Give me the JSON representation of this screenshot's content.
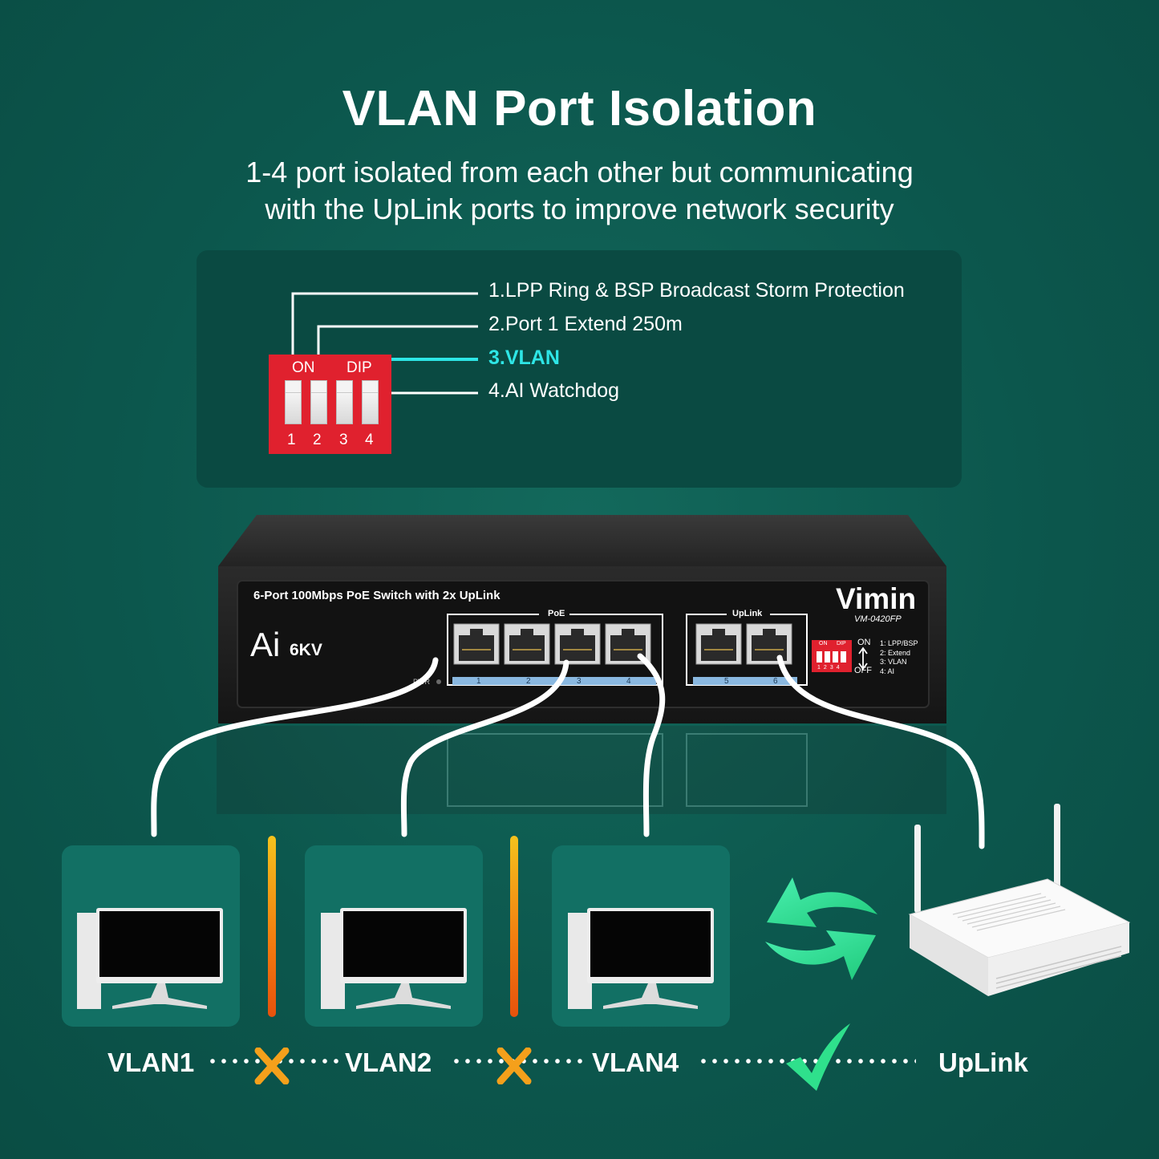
{
  "title": "VLAN Port Isolation",
  "subtitle": {
    "line1": "1-4 port isolated from each other but communicating",
    "line2": "with the UpLink ports to improve network security"
  },
  "dip_legend": [
    {
      "label": "1.LPP Ring & BSP Broadcast Storm Protection",
      "highlighted": false
    },
    {
      "label": "2.Port 1 Extend 250m",
      "highlighted": false
    },
    {
      "label": "3.VLAN",
      "highlighted": true
    },
    {
      "label": "4.AI Watchdog",
      "highlighted": false
    }
  ],
  "dip_switch": {
    "on_label": "ON",
    "dip_label": "DIP",
    "numbers": [
      "1",
      "2",
      "3",
      "4"
    ],
    "color": "#e0212e"
  },
  "switch": {
    "model_text": "6-Port 100Mbps PoE Switch with 2x UpLink",
    "ai_label": "Ai",
    "kv_label": "6KV",
    "brand": "Vimin",
    "model_number": "VM-0420FP",
    "poe_group_label": "PoE",
    "uplink_group_label": "UpLink",
    "pwr_label": "PWR",
    "port_numbers": [
      "1",
      "2",
      "3",
      "4",
      "5",
      "6"
    ],
    "mini_dip": {
      "on_label": "ON",
      "dip_label": "DIP",
      "numbers": [
        "1",
        "2",
        "3",
        "4"
      ],
      "on": "ON",
      "off": "OFF",
      "legend": [
        "1:  LPP/BSP",
        "2:  Extend",
        "3:  VLAN",
        "4:  AI"
      ]
    }
  },
  "bottom_labels": {
    "vlan1": "VLAN1",
    "vlan2": "VLAN2",
    "vlan4": "VLAN4",
    "uplink": "UpLink"
  },
  "icons": {
    "blocked": "x-mark-icon",
    "allowed": "check-mark-icon",
    "sync": "sync-arrows-icon",
    "router": "router-icon",
    "computer": "desktop-computer-icon"
  },
  "colors": {
    "background": "#0d5a50",
    "accent_cyan": "#2ee6e6",
    "blocked_orange": "#f5a01b",
    "allowed_green": "#2fe08c",
    "dip_red": "#e0212e"
  }
}
